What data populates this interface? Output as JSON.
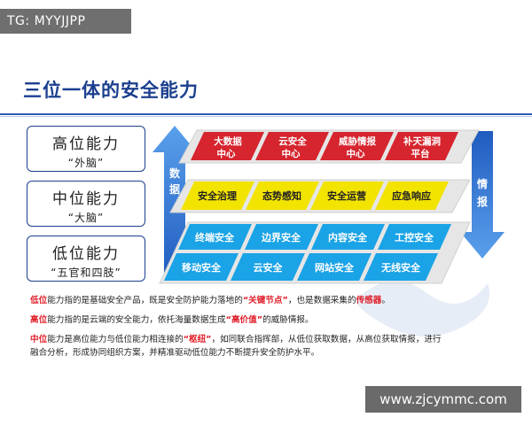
{
  "watermark": "TG: MYYJJPP",
  "url_badge": "www.zjcymmc.com",
  "title": "三位一体的安全能力",
  "levels": [
    {
      "name": "高位能力",
      "sub": "“外脑”"
    },
    {
      "name": "中位能力",
      "sub": "“大脑”"
    },
    {
      "name": "低位能力",
      "sub": "“五官和四肢”"
    }
  ],
  "arrows": {
    "data_label": [
      "数",
      "据"
    ],
    "intel_label": [
      "情",
      "报"
    ]
  },
  "layers": {
    "top": [
      [
        "大数据",
        "中心"
      ],
      [
        "云安全",
        "中心"
      ],
      [
        "威胁情报",
        "中心"
      ],
      [
        "补天漏洞",
        "平台"
      ]
    ],
    "middle": [
      "安全治理",
      "态势感知",
      "安全运营",
      "应急响应"
    ],
    "bottom_row1": [
      "终端安全",
      "边界安全",
      "内容安全",
      "工控安全"
    ],
    "bottom_row2": [
      "移动安全",
      "云安全",
      "网站安全",
      "无线安全"
    ]
  },
  "colors": {
    "red": "#d6252e",
    "yellow": "#f3e400",
    "blue": "#1aa3e6",
    "arrow_blue": "#2a68c8",
    "title_blue": "#1b3f8f",
    "highlight_red": "#e0202b"
  },
  "captions": {
    "low": {
      "term": "低位",
      "a": "能力指的是基础安全产品，既是安全防护能力落地的",
      "key1": "“关键节点”",
      "b": "，也是数据采集的",
      "key2": "传感器",
      "c": "。"
    },
    "high": {
      "term": "高位",
      "a": "能力指的是云端的安全能力，依托海量数据生成",
      "key1": "“高价值”",
      "b": "的威胁情报。"
    },
    "mid": {
      "term": "中位",
      "a": "能力是高位能力与低位能力相连接的",
      "key1": "“枢纽”",
      "b": "，如同联合指挥部，从低位获取数据，从高位获取情报，进行",
      "c": "融合分析，形成协同组织方案，并精准驱动低位能力不断提升安全防护水平。"
    }
  }
}
